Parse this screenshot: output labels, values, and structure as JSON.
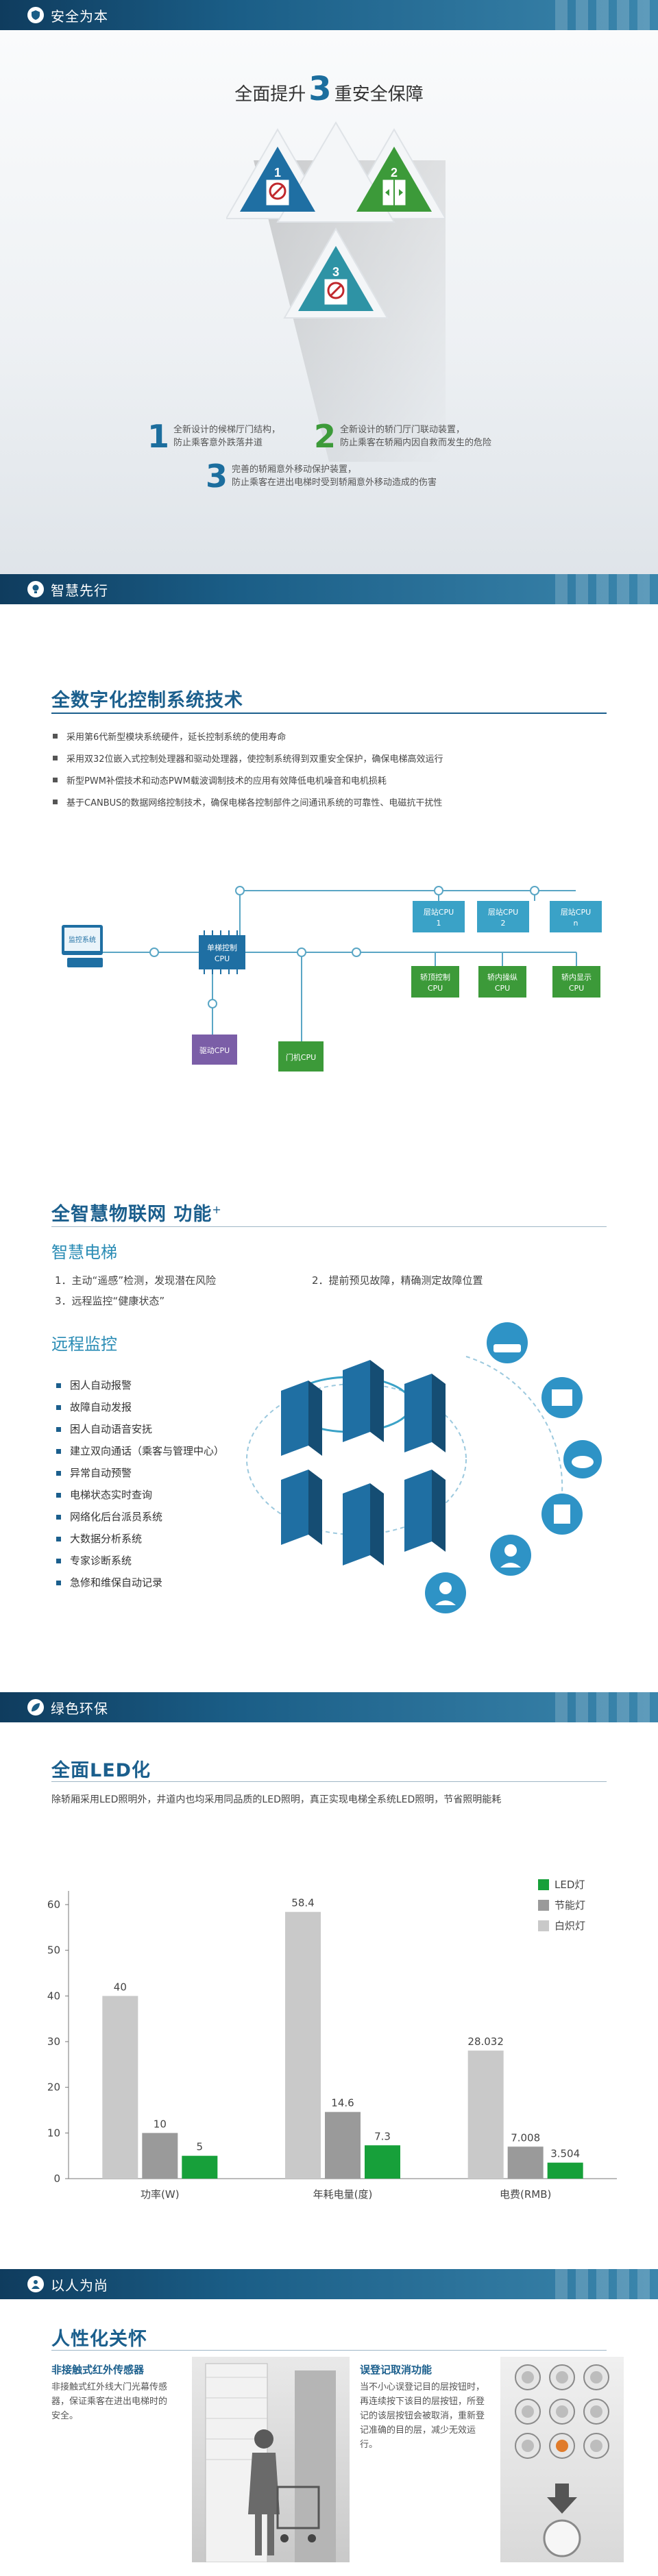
{
  "sections": {
    "safety": {
      "bar_title": "安全为本"
    },
    "smart": {
      "bar_title": "智慧先行"
    },
    "green": {
      "bar_title": "绿色环保"
    },
    "people": {
      "bar_title": "以人为尚"
    }
  },
  "safety": {
    "title_pre": "全面提升",
    "title_num": "3",
    "title_post": "重安全保障",
    "badges": [
      "1",
      "2",
      "3"
    ],
    "features": [
      {
        "num": "1",
        "line1": "全新设计的候梯厅门结构，",
        "line2": "防止乘客意外跌落井道"
      },
      {
        "num": "2",
        "line1": "全新设计的轿门厅门联动装置，",
        "line2": "防止乘客在轿厢内因自救而发生的危险"
      },
      {
        "num": "3",
        "line1": "完善的轿厢意外移动保护装置，",
        "line2": "防止乘客在进出电梯时受到轿厢意外移动造成的伤害"
      }
    ],
    "colors": {
      "blue": "#1f6fa3",
      "green": "#3c9a39",
      "teal": "#2e93a5"
    }
  },
  "digital": {
    "title": "全数字化控制系统技术",
    "bullets": [
      "采用第6代新型模块系统硬件，延长控制系统的使用寿命",
      "采用双32位嵌入式控制处理器和驱动处理器，使控制系统得到双重安全保护，确保电梯高效运行",
      "新型PWM补偿技术和动态PWM载波调制技术的应用有效降低电机噪音和电机损耗",
      "基于CANBUS的数据网络控制技术，确保电梯各控制部件之间通讯系统的可靠性、电磁抗干扰性"
    ],
    "diagram": {
      "monitor": "监控系统",
      "main_cpu_l1": "单梯控制",
      "main_cpu_l2": "CPU",
      "drive_cpu": "驱动CPU",
      "door_cpu": "门机CPU",
      "floor_cpus": [
        {
          "l1": "层站CPU",
          "l2": "1"
        },
        {
          "l1": "层站CPU",
          "l2": "2"
        },
        {
          "l1": "层站CPU",
          "l2": "n"
        }
      ],
      "car_cpus": [
        {
          "l1": "轿顶控制",
          "l2": "CPU"
        },
        {
          "l1": "轿内操纵",
          "l2": "CPU"
        },
        {
          "l1": "轿内显示",
          "l2": "CPU"
        }
      ]
    }
  },
  "iot": {
    "title": "全智慧物联网 功能",
    "title_mark": "+",
    "smart_elevator": "智慧电梯",
    "items": [
      "1．主动“遥感”检测，发现潜在风险",
      "2．提前预见故障，精确测定故障位置",
      "3．远程监控“健康状态”"
    ],
    "remote_title": "远程监控",
    "remote_list": [
      "困人自动报警",
      "故障自动发报",
      "困人自动语音安抚",
      "建立双向通话（乘客与管理中心）",
      "异常自动预警",
      "电梯状态实时查询",
      "网络化后台派员系统",
      "大数据分析系统",
      "专家诊断系统",
      "急修和维保自动记录"
    ]
  },
  "led": {
    "title": "全面LED化",
    "desc": "除轿厢采用LED照明外，井道内也均采用同品质的LED照明，真正实现电梯全系统LED照明，节省照明能耗"
  },
  "chart_data": {
    "type": "bar",
    "categories": [
      "功率(W)",
      "年耗电量(度)",
      "电费(RMB)"
    ],
    "series": [
      {
        "name": "白炽灯",
        "values": [
          40,
          58.4,
          28.032
        ],
        "labels": [
          "40",
          "58.4",
          "28.032"
        ],
        "color": "#c9c9c9"
      },
      {
        "name": "节能灯",
        "values": [
          10,
          14.6,
          7.008
        ],
        "labels": [
          "10",
          "14.6",
          "7.008"
        ],
        "color": "#9a9a9a"
      },
      {
        "name": "LED灯",
        "values": [
          5,
          7.3,
          3.504
        ],
        "labels": [
          "5",
          "7.3",
          "3.504"
        ],
        "color": "#17a03a"
      }
    ],
    "legend_order": [
      "LED灯",
      "节能灯",
      "白炽灯"
    ],
    "legend_position": "top-right",
    "ylim": [
      0,
      60
    ],
    "yticks": [
      "0",
      "10",
      "20",
      "30",
      "40",
      "50",
      "60"
    ],
    "grid": false
  },
  "people": {
    "title": "人性化关怀",
    "left_head": "非接触式红外传感器",
    "left_text": "非接触式红外线大门光幕传感器，保证乘客在进出电梯时的安全。",
    "right_head": "误登记取消功能",
    "right_text": "当不小心误登记目的层按钮时，再连续按下该目的层按钮，所登记的该层按钮会被取消，重新登记准确的目的层，减少无效运行。",
    "keypad_count": 9
  }
}
